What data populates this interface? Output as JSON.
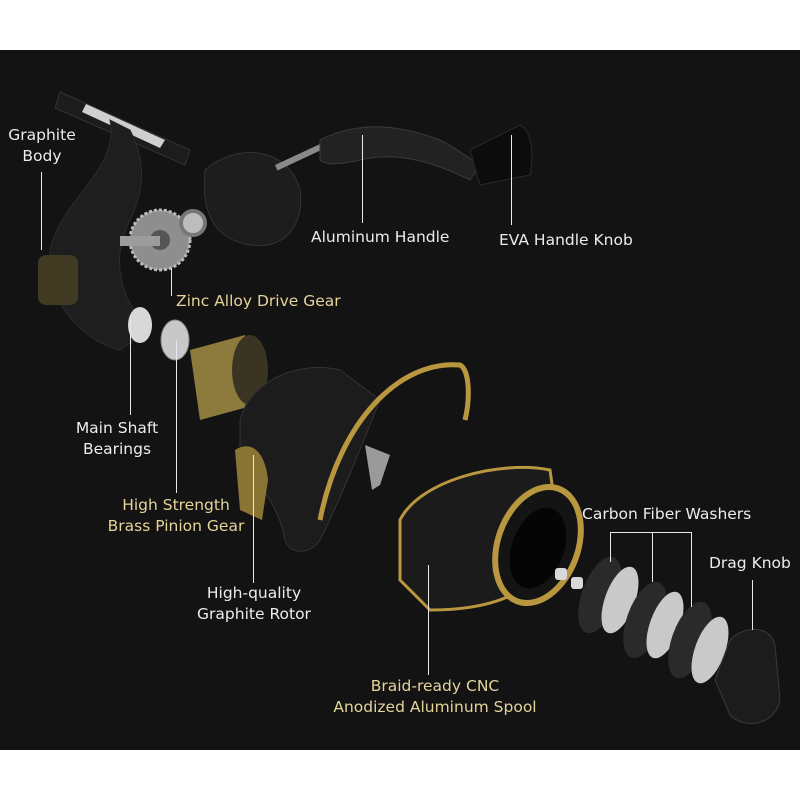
{
  "colors": {
    "background_outer": "#ffffff",
    "panel": "#131313",
    "label_white": "#ececec",
    "label_gold": "#e4d39a",
    "metal_gold": "#b8973f",
    "graphite": "#1e1e1e"
  },
  "labels": {
    "graphite_body": [
      "Graphite",
      "Body"
    ],
    "aluminum_handle": "Aluminum Handle",
    "eva_handle_knob": "EVA Handle Knob",
    "zinc_alloy_drive_gear": "Zinc Alloy Drive Gear",
    "main_shaft_bearings": [
      "Main Shaft",
      "Bearings"
    ],
    "brass_pinion_gear": [
      "High Strength",
      "Brass Pinion Gear"
    ],
    "graphite_rotor": [
      "High-quality",
      "Graphite Rotor"
    ],
    "spool": [
      "Braid-ready CNC",
      "Anodized Aluminum Spool"
    ],
    "carbon_fiber_washers": "Carbon Fiber Washers",
    "drag_knob": "Drag Knob"
  },
  "parts": [
    "graphite-body",
    "aluminum-handle",
    "eva-handle-knob",
    "drive-gear",
    "main-shaft-bearings",
    "brass-pinion-gear",
    "graphite-rotor",
    "spool",
    "carbon-fiber-washers",
    "drag-knob"
  ]
}
